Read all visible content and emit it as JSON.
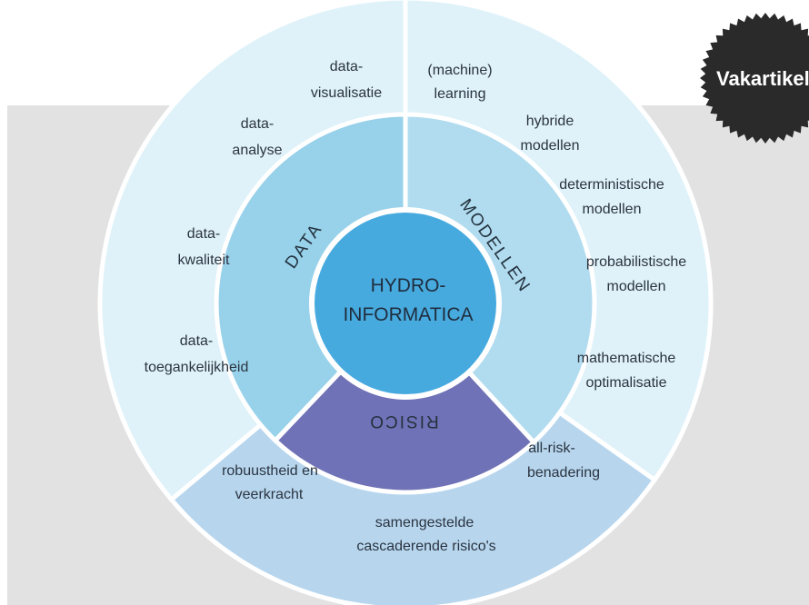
{
  "badge": {
    "label": "Vakartikel"
  },
  "core": {
    "line1": "HYDRO-",
    "line2": "INFORMATICA"
  },
  "segments": {
    "data": "DATA",
    "modellen": "MODELLEN",
    "risico": "RISICO"
  },
  "data_items": [
    [
      "data-",
      "visualisatie"
    ],
    [
      "data-",
      "analyse"
    ],
    [
      "data-",
      "kwaliteit"
    ],
    [
      "data-",
      "toegankelijkheid"
    ]
  ],
  "modellen_items": [
    [
      "(machine)",
      "learning"
    ],
    [
      "hybride",
      "modellen"
    ],
    [
      "deterministische",
      "modellen"
    ],
    [
      "probabilistische",
      "modellen"
    ],
    [
      "mathematische",
      "optimalisatie"
    ]
  ],
  "risico_items": [
    [
      "all-risk-",
      "benadering"
    ],
    [
      "robuustheid en",
      "veerkracht"
    ],
    [
      "samengestelde",
      "cascaderende risico's"
    ]
  ],
  "colors": {
    "outer_light": "#dff2f9",
    "outer_bottom": "#b7d6ee",
    "middle_data": "#98d1ea",
    "middle_modellen": "#b1dcef",
    "middle_risico": "#6f72b6",
    "core": "#47aadf",
    "badge": "#2a2a2a",
    "backdrop": "#e2e2e3"
  }
}
